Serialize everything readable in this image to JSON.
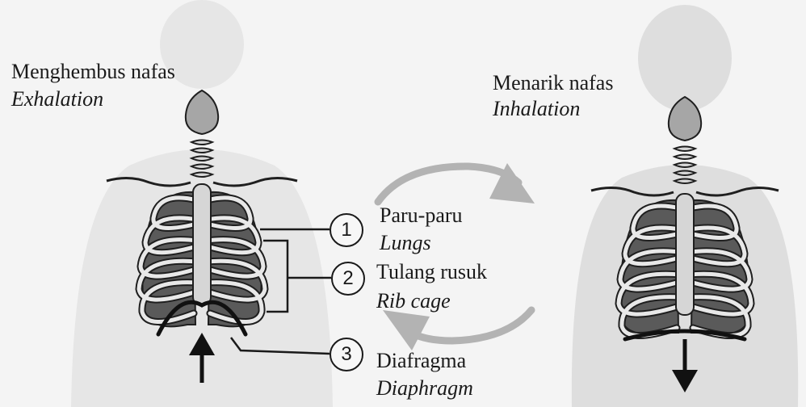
{
  "exhalation": {
    "label_ms": "Menghembus nafas",
    "label_en": "Exhalation"
  },
  "inhalation": {
    "label_ms": "Menarik nafas",
    "label_en": "Inhalation"
  },
  "parts": [
    {
      "number": "1",
      "label_ms": "Paru-paru",
      "label_en": "Lungs"
    },
    {
      "number": "2",
      "label_ms": "Tulang rusuk",
      "label_en": "Rib cage"
    },
    {
      "number": "3",
      "label_ms": "Diafragma",
      "label_en": "Diaphragm"
    }
  ],
  "colors": {
    "background": "#f4f4f4",
    "silhouette": "#e3e3e3",
    "lung": "#5a5a5a",
    "rib": "#e8e8e8",
    "cycle_arrow": "#b3b3b3",
    "ink": "#1a1a1a"
  }
}
